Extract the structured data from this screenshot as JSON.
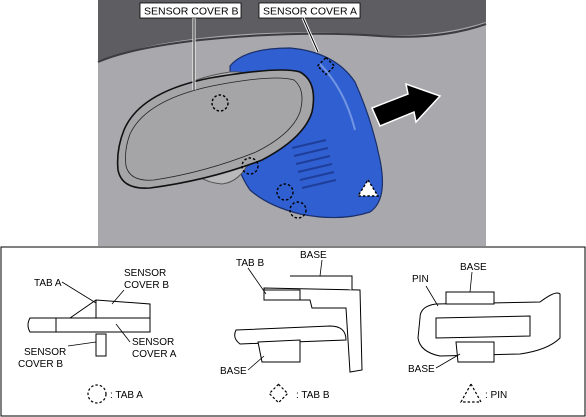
{
  "photo": {
    "callouts": {
      "sensor_cover_b": "SENSOR COVER B",
      "sensor_cover_a": "SENSOR COVER A"
    },
    "colors": {
      "sensor_cover_a": "#2f5fd0",
      "background": "#a8a8ac",
      "headliner": "#5f5f63"
    }
  },
  "detail_left": {
    "tab_a": "TAB A",
    "sensor_cover_b_top": [
      "SENSOR",
      "COVER B"
    ],
    "sensor_cover_b_bottom": [
      "SENSOR",
      "COVER B"
    ],
    "sensor_cover_a": [
      "SENSOR",
      "COVER A"
    ]
  },
  "detail_mid": {
    "tab_b": "TAB B",
    "base_top": "BASE",
    "base_bottom": "BASE"
  },
  "detail_right": {
    "pin": "PIN",
    "base_top": "BASE",
    "base_bottom": "BASE"
  },
  "legend": [
    {
      "icon": "dashed-circle-icon",
      "label": ": TAB A"
    },
    {
      "icon": "dashed-diamond-icon",
      "label": ": TAB B"
    },
    {
      "icon": "dashed-triangle-icon",
      "label": ": PIN"
    }
  ]
}
